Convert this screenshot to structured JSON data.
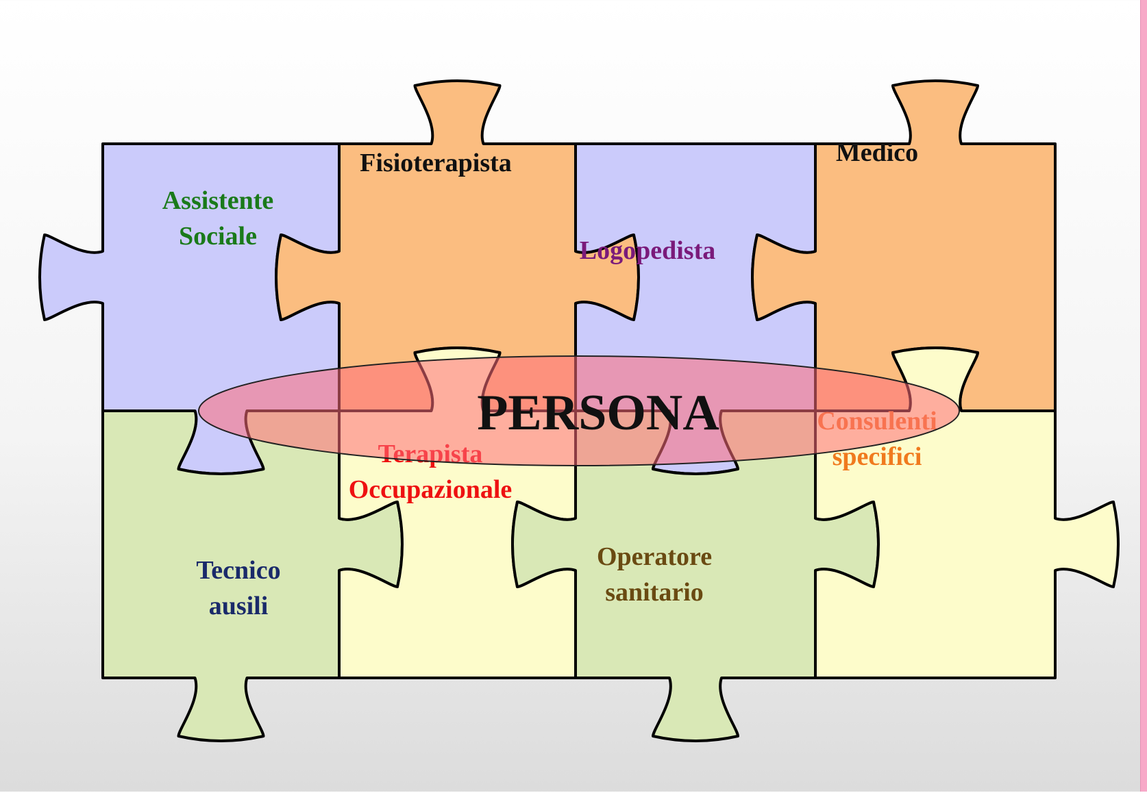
{
  "colors": {
    "blue": "#cbcbfb",
    "orange": "#fbbd80",
    "yellow": "#fdfccb",
    "green": "#d9e8b6",
    "outline": "#000000",
    "ellipse_fill": "#ff6e7a",
    "edge": "#f7a9c8"
  },
  "pieces": [
    {
      "label": "Assistente\nSociale",
      "color": "blue",
      "text_color": "#1a7a1a"
    },
    {
      "label": "Fisioterapista",
      "color": "orange",
      "text_color": "#111111"
    },
    {
      "label": "Logopedista",
      "color": "blue",
      "text_color": "#7a1a7a"
    },
    {
      "label": "Medico",
      "color": "orange",
      "text_color": "#111111"
    },
    {
      "label": "Tecnico\nausili",
      "color": "green",
      "text_color": "#1a2a6a"
    },
    {
      "label": "Terapista\nOccupazionale",
      "color": "yellow",
      "text_color": "#ee1111"
    },
    {
      "label": "Operatore\nsanitario",
      "color": "green",
      "text_color": "#6a4a12"
    },
    {
      "label": "Consulenti\nspecifici",
      "color": "yellow",
      "text_color": "#f07a1e"
    }
  ],
  "center": {
    "label": "PERSONA",
    "text_color": "#111111"
  }
}
